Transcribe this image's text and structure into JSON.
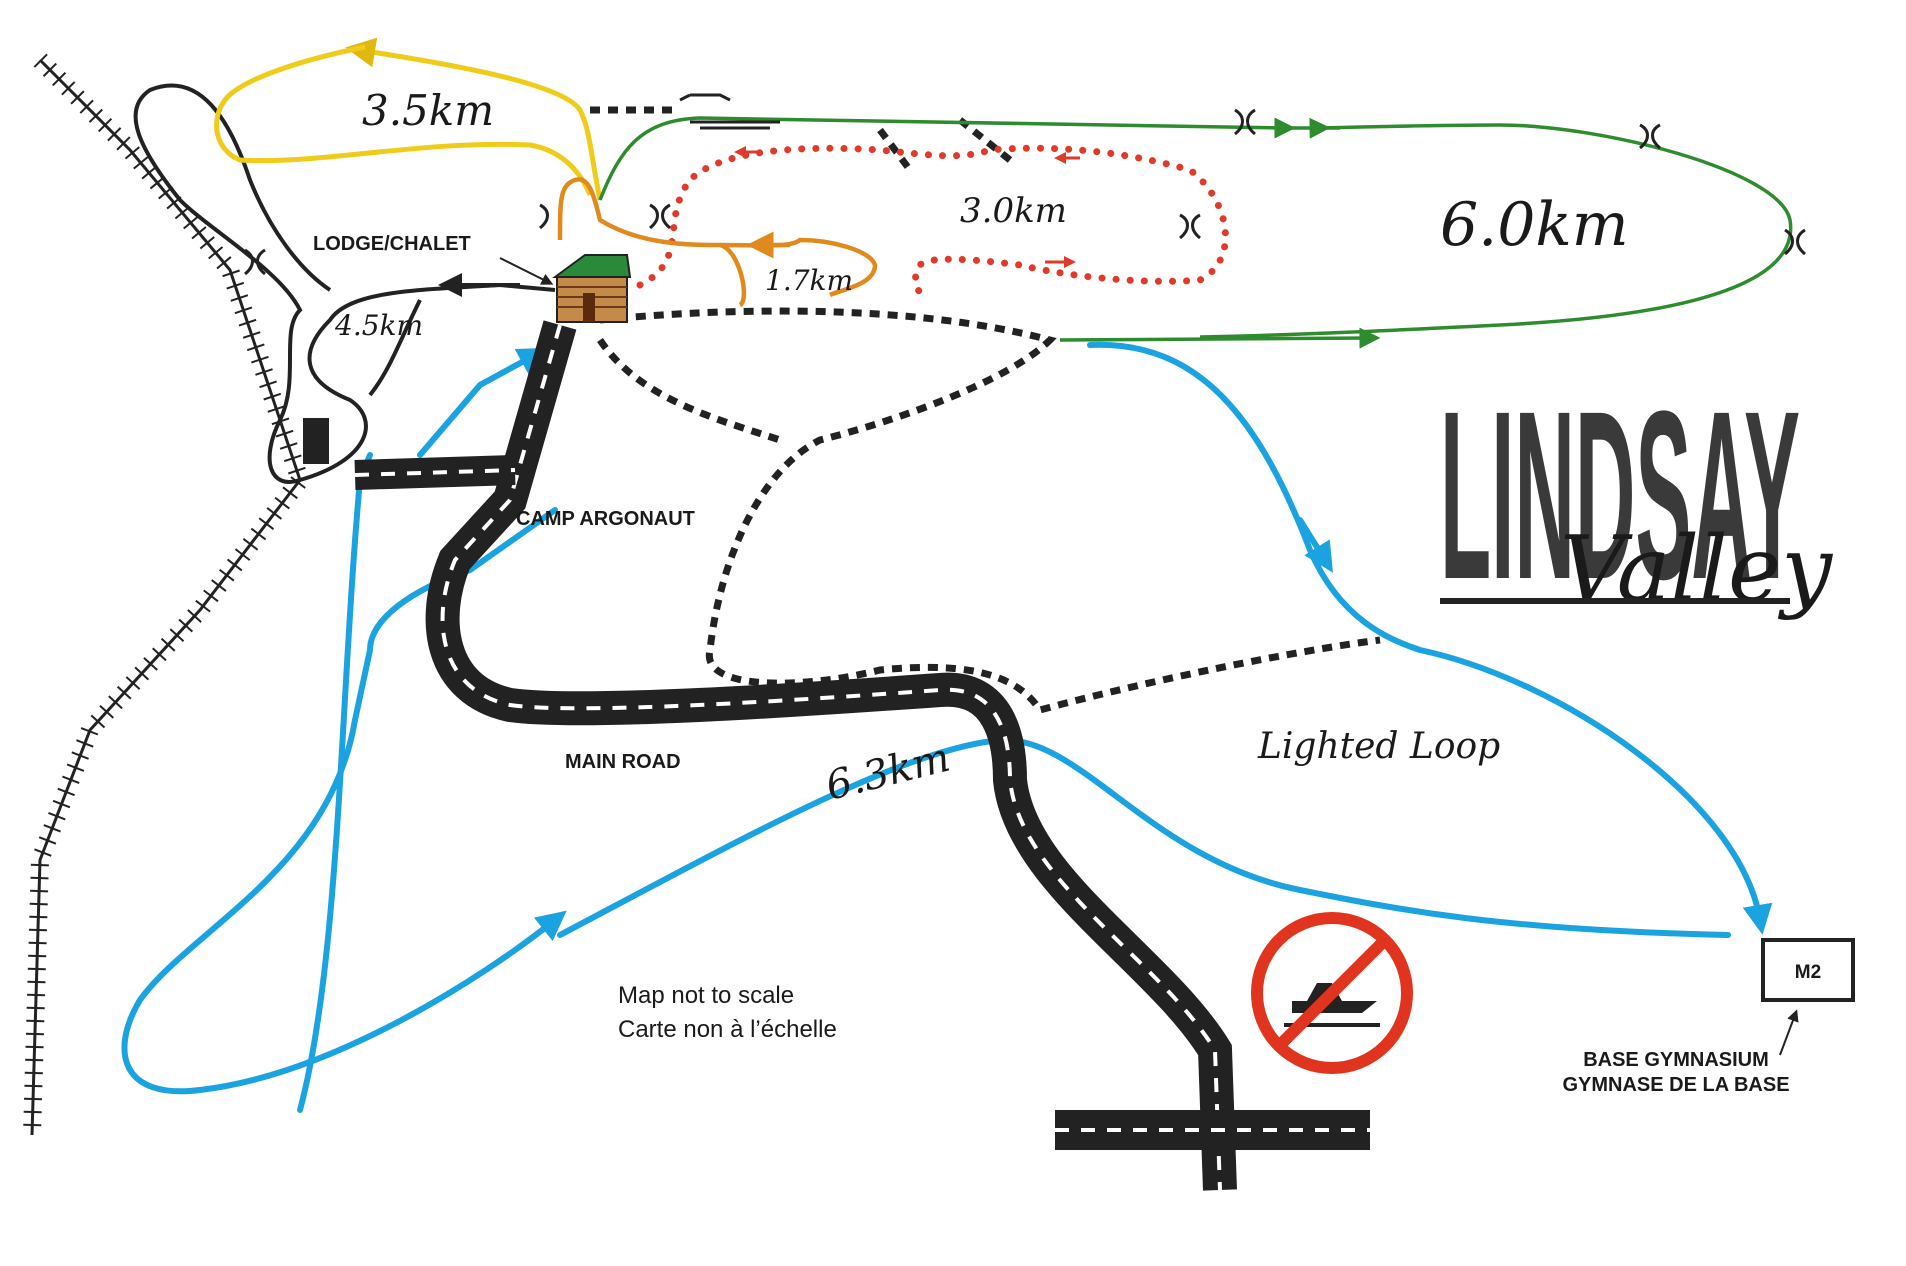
{
  "labels": {
    "lodge": "LODGE/CHALET",
    "camp": "CAMP ARGONAUT",
    "main_road": "MAIN ROAD",
    "lighted_loop": "Lighted Loop",
    "scale_en": "Map not to scale",
    "scale_fr": "Carte non à l’échelle",
    "base_gym": "BASE GYMNASIUM",
    "gymnase": "GYMNASE DE LA BASE",
    "m2": "M2",
    "logo": "LINDSAY",
    "logo_script": "Valley"
  },
  "trails": {
    "yellow": "3.5km",
    "green": "6.0km",
    "red": "3.0km",
    "orange": "1.7km",
    "black": "4.5km",
    "blue": "6.3km"
  },
  "colors": {
    "yellow": "#f0cc1a",
    "green": "#2e8b2e",
    "red": "#e03a2a",
    "orange": "#e08a1e",
    "blue": "#1aa3e0",
    "road": "#222222",
    "no_snowmobile": "#e0341e"
  },
  "icons": {
    "lodge": "lodge-icon",
    "no_snowmobile": "no-snowmobile-icon",
    "railway": "railway-track"
  }
}
